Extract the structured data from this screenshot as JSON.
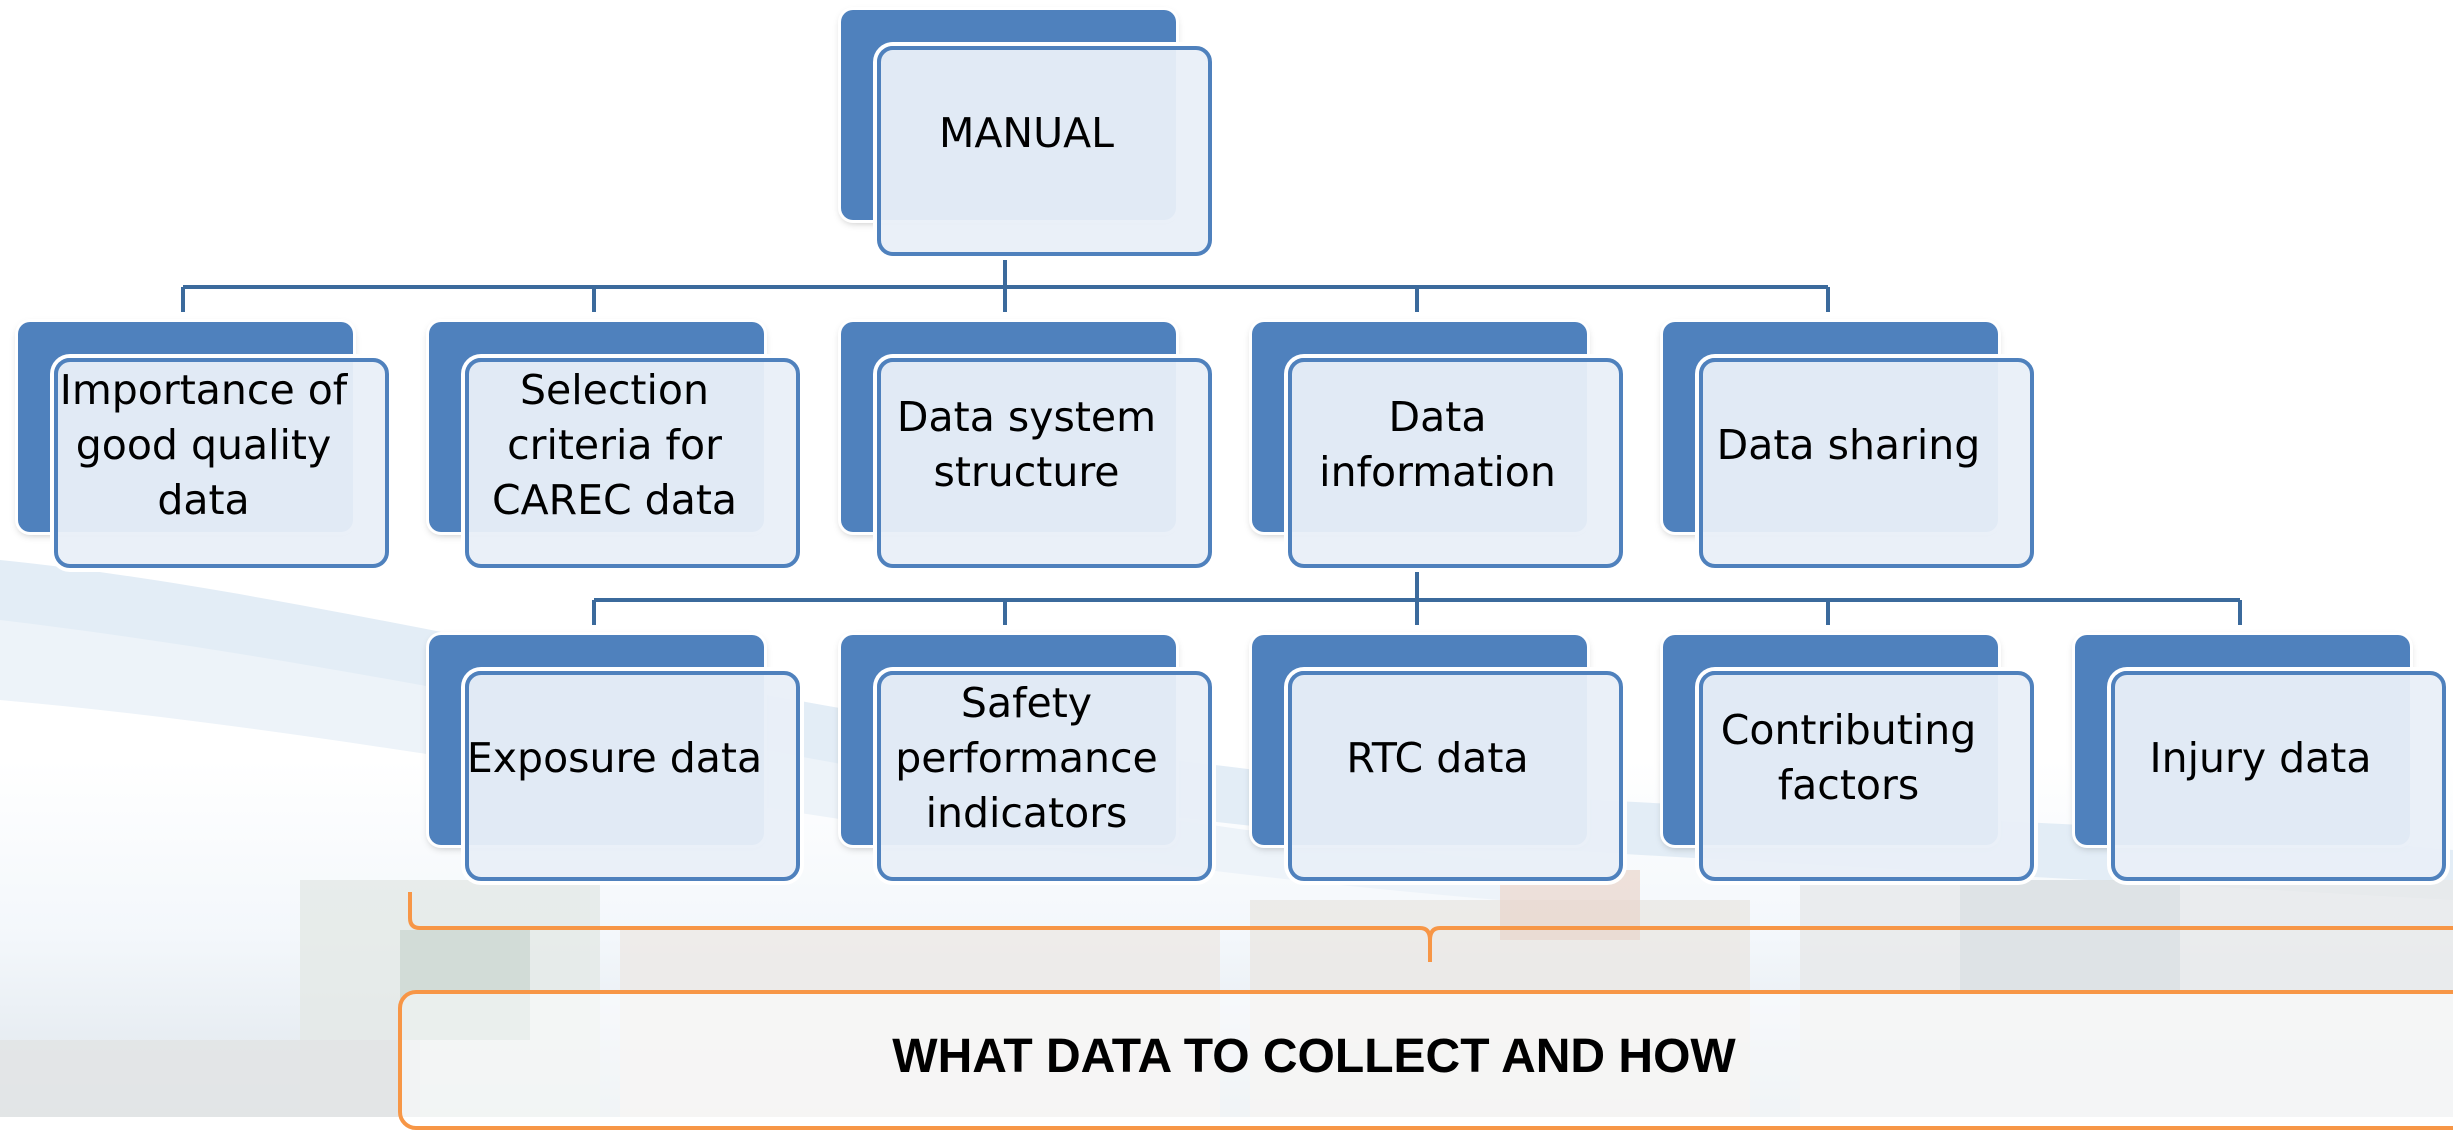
{
  "colors": {
    "node_fill": "#4f81bd",
    "node_face": "#e9eff8",
    "connector": "#3b6a9c",
    "accent": "#f79646"
  },
  "root": {
    "label": "MANUAL"
  },
  "level1": [
    {
      "label": "Importance of good quality data"
    },
    {
      "label": "Selection criteria for CAREC data"
    },
    {
      "label": "Data system structure"
    },
    {
      "label": "Data information"
    },
    {
      "label": "Data sharing"
    }
  ],
  "level2": [
    {
      "label": "Exposure data"
    },
    {
      "label": "Safety performance indicators"
    },
    {
      "label": "RTC data"
    },
    {
      "label": "Contributing factors"
    },
    {
      "label": "Injury data"
    }
  ],
  "summary": {
    "label": "WHAT DATA TO COLLECT AND HOW"
  }
}
